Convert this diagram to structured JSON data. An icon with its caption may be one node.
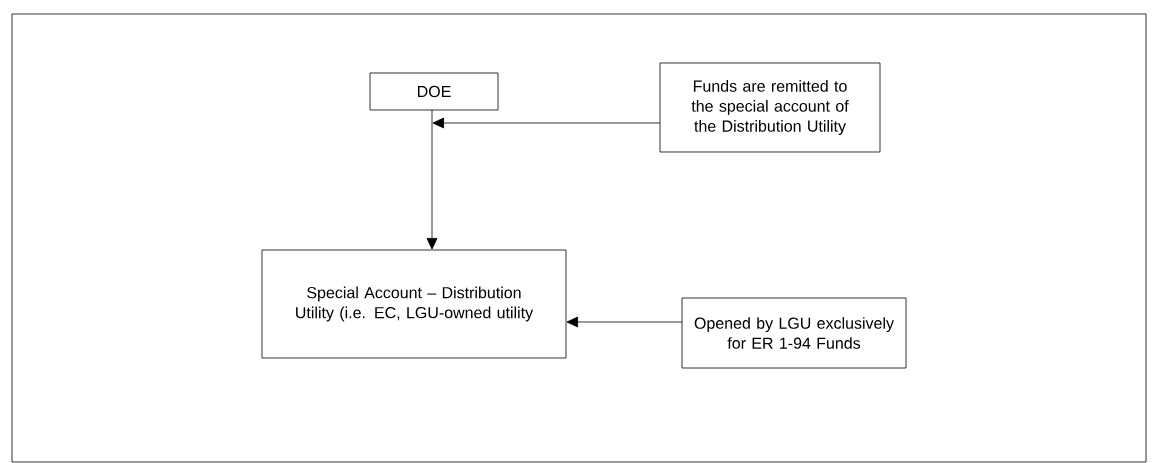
{
  "diagram": {
    "nodes": [
      {
        "text": [
          "DOE"
        ]
      },
      {
        "text": [
          "Funds are remitted to the special account of the Distribution Utility"
        ]
      },
      {
        "text": [
          "Special Account – Distribution Utility (i.e. EC, LGU-owned utility"
        ]
      },
      {
        "text": [
          "Opened by LGU exclusively for ER 1-94 Funds"
        ]
      }
    ],
    "edges": [
      {
        "from": 0,
        "to": 2,
        "arrow": "to"
      },
      {
        "from": 1,
        "to": 0,
        "arrow": "to"
      },
      {
        "from": 3,
        "to": 2,
        "arrow": "to"
      }
    ]
  }
}
